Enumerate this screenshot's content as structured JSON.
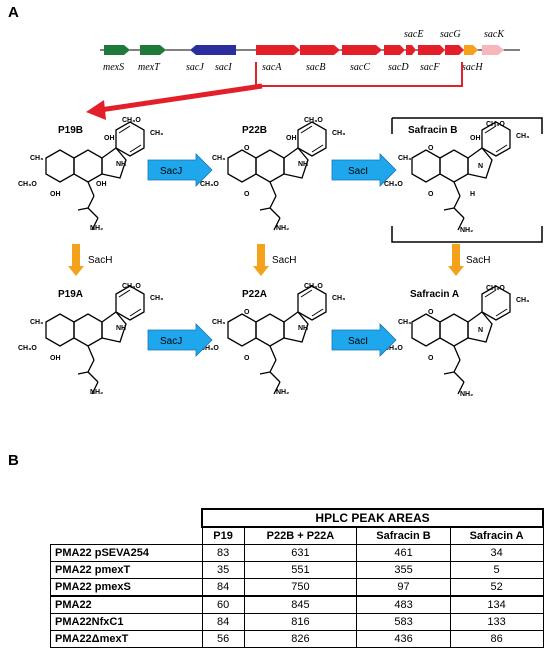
{
  "panels": {
    "a": "A",
    "b": "B"
  },
  "genes": [
    "mexS",
    "mexT",
    "sacJ",
    "sacI",
    "sacA",
    "sacB",
    "sacC",
    "sacD",
    "sacE",
    "sacF",
    "sacG",
    "sacH",
    "sacK"
  ],
  "compounds": {
    "p19b": "P19B",
    "p22b": "P22B",
    "safb": "Safracin B",
    "p19a": "P19A",
    "p22a": "P22A",
    "safa": "Safracin A"
  },
  "enzymes": {
    "sacj": "SacJ",
    "saci": "SacI",
    "sach": "SacH"
  },
  "atoms": {
    "ch3o": "CH₃O",
    "ch3": "CH₃",
    "nh": "NH",
    "oh": "OH",
    "nh2": "NH₂",
    "o": "O",
    "n": "N",
    "h": "H"
  },
  "table": {
    "title": "HPLC PEAK AREAS",
    "columns": [
      "P19",
      "P22B + P22A",
      "Safracin B",
      "Safracin A"
    ],
    "rows": [
      {
        "label": "PMA22 pSEVA254",
        "values": [
          "83",
          "631",
          "461",
          "34"
        ]
      },
      {
        "label": "PMA22 pmexT",
        "values": [
          "35",
          "551",
          "355",
          "5"
        ]
      },
      {
        "label": "PMA22 pmexS",
        "values": [
          "84",
          "750",
          "97",
          "52"
        ]
      },
      {
        "label": "PMA22",
        "values": [
          "60",
          "845",
          "483",
          "134"
        ]
      },
      {
        "label": "PMA22NfxC1",
        "values": [
          "84",
          "816",
          "583",
          "133"
        ]
      },
      {
        "label": "PMA22ΔmexT",
        "values": [
          "56",
          "826",
          "436",
          "86"
        ]
      }
    ]
  },
  "colors": {
    "mex": "#1f7a3a",
    "sacJI": "#2b2f9e",
    "sacA_F": "#e3202a",
    "sacH": "#f4a11c",
    "sacK": "#f6b7bb",
    "arrow_blue": "#1ea7ec",
    "arrow_orange": "#f4a11c"
  }
}
